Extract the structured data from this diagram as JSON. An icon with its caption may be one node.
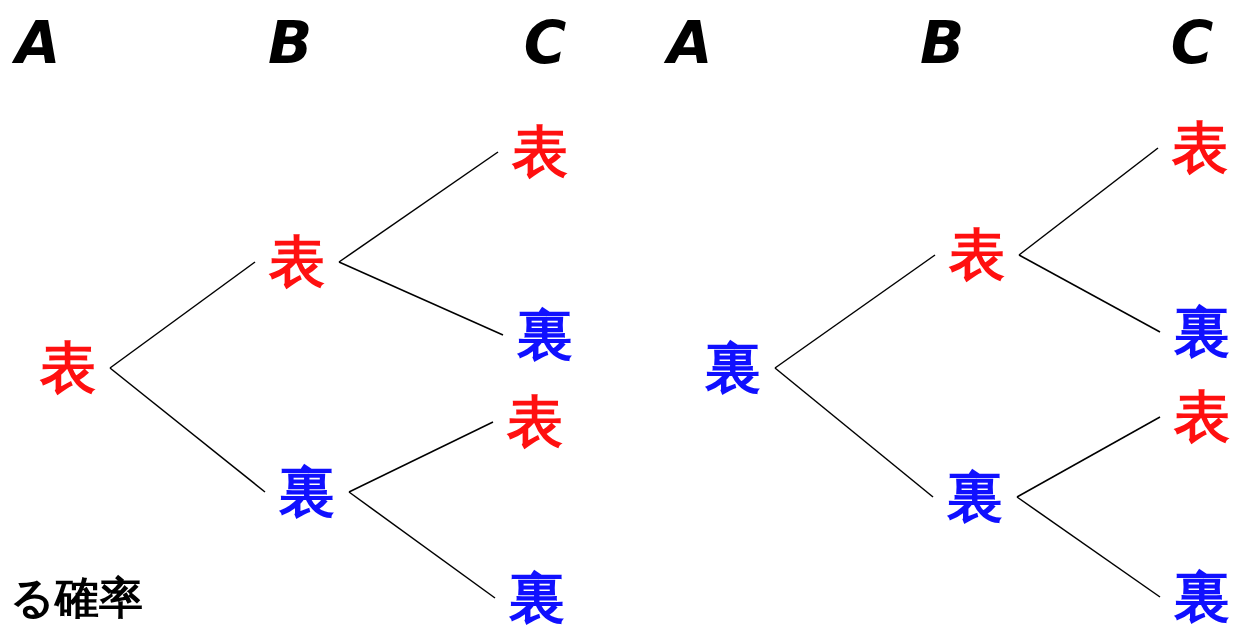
{
  "diagram": {
    "nodes": [
      {
        "text": [
          "表"
        ]
      },
      {
        "text": [
          "表"
        ]
      },
      {
        "text": [
          "裏"
        ]
      },
      {
        "text": [
          "表"
        ]
      },
      {
        "text": [
          "裏"
        ]
      },
      {
        "text": [
          "表"
        ]
      },
      {
        "text": [
          "裏"
        ]
      },
      {
        "text": [
          "裏"
        ]
      },
      {
        "text": [
          "表"
        ]
      },
      {
        "text": [
          "裏"
        ]
      },
      {
        "text": [
          "表"
        ]
      },
      {
        "text": [
          "裏"
        ]
      },
      {
        "text": [
          "表"
        ]
      },
      {
        "text": [
          "裏"
        ]
      }
    ],
    "edges": [
      {
        "from": 0,
        "to": 1,
        "arrow": "none"
      },
      {
        "from": 0,
        "to": 2,
        "arrow": "none"
      },
      {
        "from": 1,
        "to": 3,
        "arrow": "none"
      },
      {
        "from": 1,
        "to": 4,
        "arrow": "none"
      },
      {
        "from": 2,
        "to": 5,
        "arrow": "none"
      },
      {
        "from": 2,
        "to": 6,
        "arrow": "none"
      },
      {
        "from": 7,
        "to": 8,
        "arrow": "none"
      },
      {
        "from": 7,
        "to": 9,
        "arrow": "none"
      },
      {
        "from": 8,
        "to": 10,
        "arrow": "none"
      },
      {
        "from": 8,
        "to": 11,
        "arrow": "none"
      },
      {
        "from": 9,
        "to": 12,
        "arrow": "none"
      },
      {
        "from": 9,
        "to": 13,
        "arrow": "none"
      }
    ],
    "labels": [
      "A",
      "B",
      "C",
      "A",
      "B",
      "C",
      "る確率"
    ]
  }
}
